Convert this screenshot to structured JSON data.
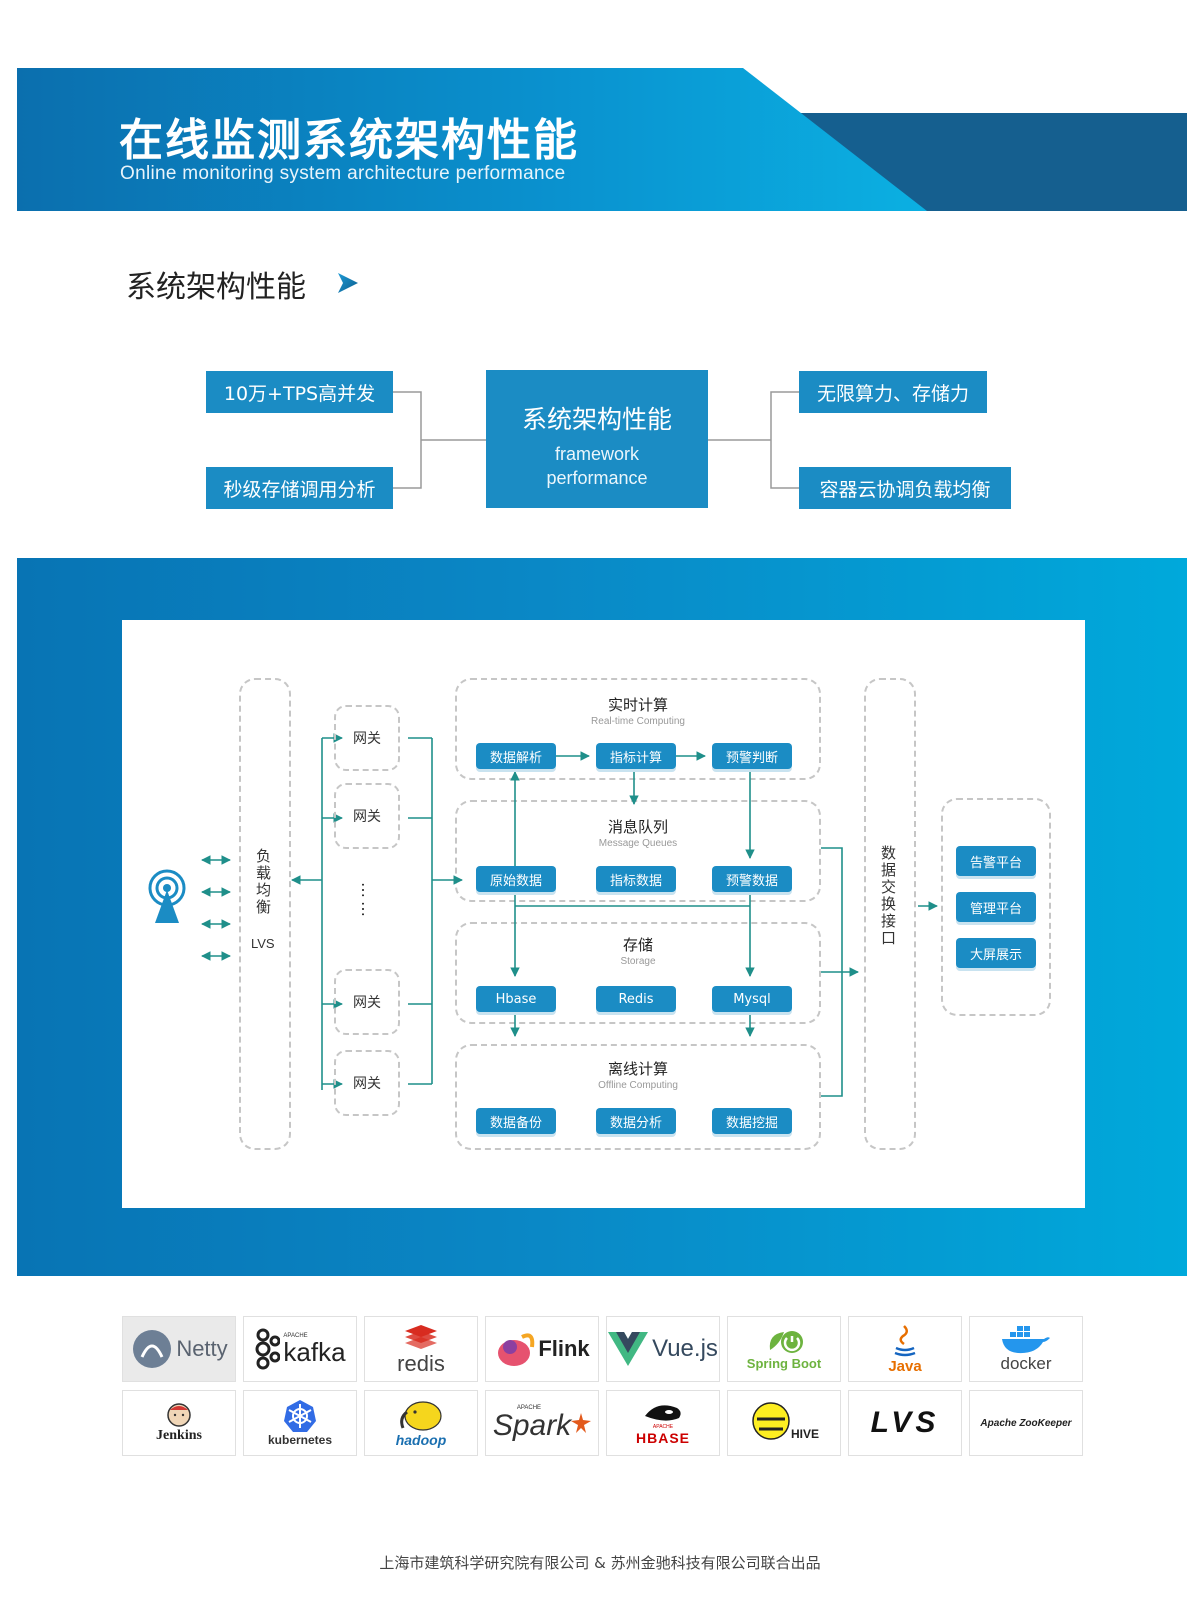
{
  "banner": {
    "title": "在线监测系统架构性能",
    "subtitle": "Online monitoring system architecture performance"
  },
  "section": {
    "title": "系统架构性能"
  },
  "features": {
    "center_title": "系统架构性能",
    "center_sub": "framework performance",
    "left": [
      "10万+TPS高并发",
      "秒级存储调用分析"
    ],
    "right": [
      "无限算力、存储力",
      "容器云协调负载均衡"
    ]
  },
  "arch": {
    "lb_label": "负载均衡",
    "lvs": "LVS",
    "gateway": "网关",
    "ellipsis": "……",
    "realtime": {
      "title": "实时计算",
      "sub": "Real-time Computing",
      "nodes": [
        "数据解析",
        "指标计算",
        "预警判断"
      ]
    },
    "mq": {
      "title": "消息队列",
      "sub": "Message Queues",
      "nodes": [
        "原始数据",
        "指标数据",
        "预警数据"
      ]
    },
    "storage": {
      "title": "存储",
      "sub": "Storage",
      "nodes": [
        "Hbase",
        "Redis",
        "Mysql"
      ]
    },
    "offline": {
      "title": "离线计算",
      "sub": "Offline Computing",
      "nodes": [
        "数据备份",
        "数据分析",
        "数据挖掘"
      ]
    },
    "exchange": "数据交换接口",
    "outputs": [
      "告警平台",
      "管理平台",
      "大屏展示"
    ]
  },
  "logos": {
    "row1": [
      "Netty",
      "kafka",
      "redis",
      "Flink",
      "Vue.js",
      "Spring Boot",
      "Java",
      "docker"
    ],
    "row2": [
      "Jenkins",
      "kubernetes",
      "hadoop",
      "Spark",
      "HBASE",
      "HIVE",
      "LVS",
      "Apache ZooKeeper"
    ],
    "kafka_apache": "APACHE",
    "spark_apache": "APACHE",
    "hbase_apache": "APACHE"
  },
  "colors": {
    "primary": "#1b8cc4",
    "banner_dark": "#125f8e",
    "banner_light": "#0aa6dc",
    "connector": "#1f8f8a"
  },
  "footer": "上海市建筑科学研究院有限公司 & 苏州金驰科技有限公司联合出品"
}
